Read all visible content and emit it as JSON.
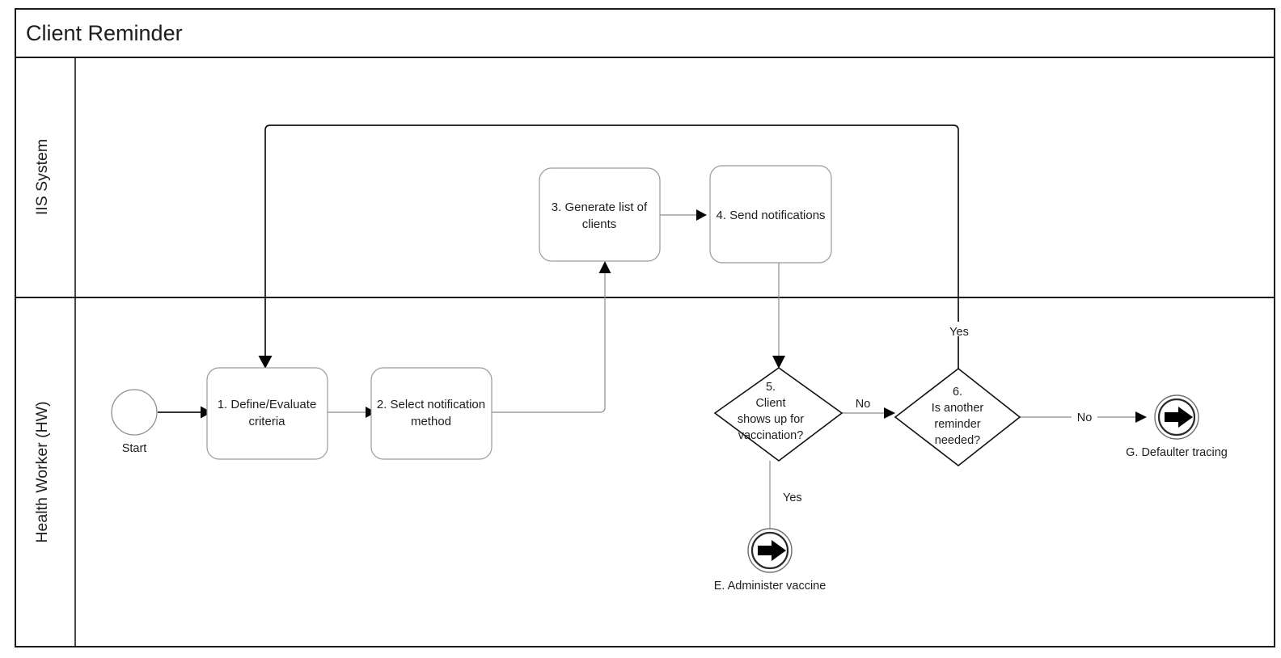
{
  "pool": {
    "title": "Client Reminder",
    "lanes": [
      {
        "name": "IIS System"
      },
      {
        "name": "Health Worker (HW)"
      }
    ]
  },
  "events": {
    "start": {
      "label": "Start",
      "icon": "start-event-circle"
    },
    "end_vaccine": {
      "label": "E. Administer vaccine",
      "icon": "link-throw-event-arrow"
    },
    "end_defaulter": {
      "label": "G. Defaulter tracing",
      "icon": "link-throw-event-arrow"
    }
  },
  "tasks": [
    {
      "id": "task1",
      "line1": "1. Define/Evaluate",
      "line2": "criteria",
      "lane": "Health Worker (HW)"
    },
    {
      "id": "task2",
      "line1": "2. Select notification",
      "line2": "method",
      "lane": "Health Worker (HW)"
    },
    {
      "id": "task3",
      "line1": "3. Generate list of",
      "line2": "clients",
      "lane": "IIS System"
    },
    {
      "id": "task4",
      "line1": "4. Send notifications",
      "line2": "",
      "lane": "IIS System"
    }
  ],
  "gateways": [
    {
      "id": "gw5",
      "line1": "5.",
      "line2": "Client",
      "line3": "shows up for",
      "line4": "vaccination?",
      "lane": "Health Worker (HW)"
    },
    {
      "id": "gw6",
      "line1": "6.",
      "line2": "Is another",
      "line3": "reminder",
      "line4": "needed?",
      "lane": "Health Worker (HW)"
    }
  ],
  "flow_labels": {
    "gw5_yes": "Yes",
    "gw5_no": "No",
    "gw6_yes": "Yes",
    "gw6_no": "No"
  },
  "colors": {
    "frame": "#1a1a1a",
    "task_stroke": "#9a9a9a",
    "gateway_stroke": "#111111",
    "flow_thin": "#8c8c8c",
    "flow_dark": "#141414",
    "background": "#ffffff"
  }
}
